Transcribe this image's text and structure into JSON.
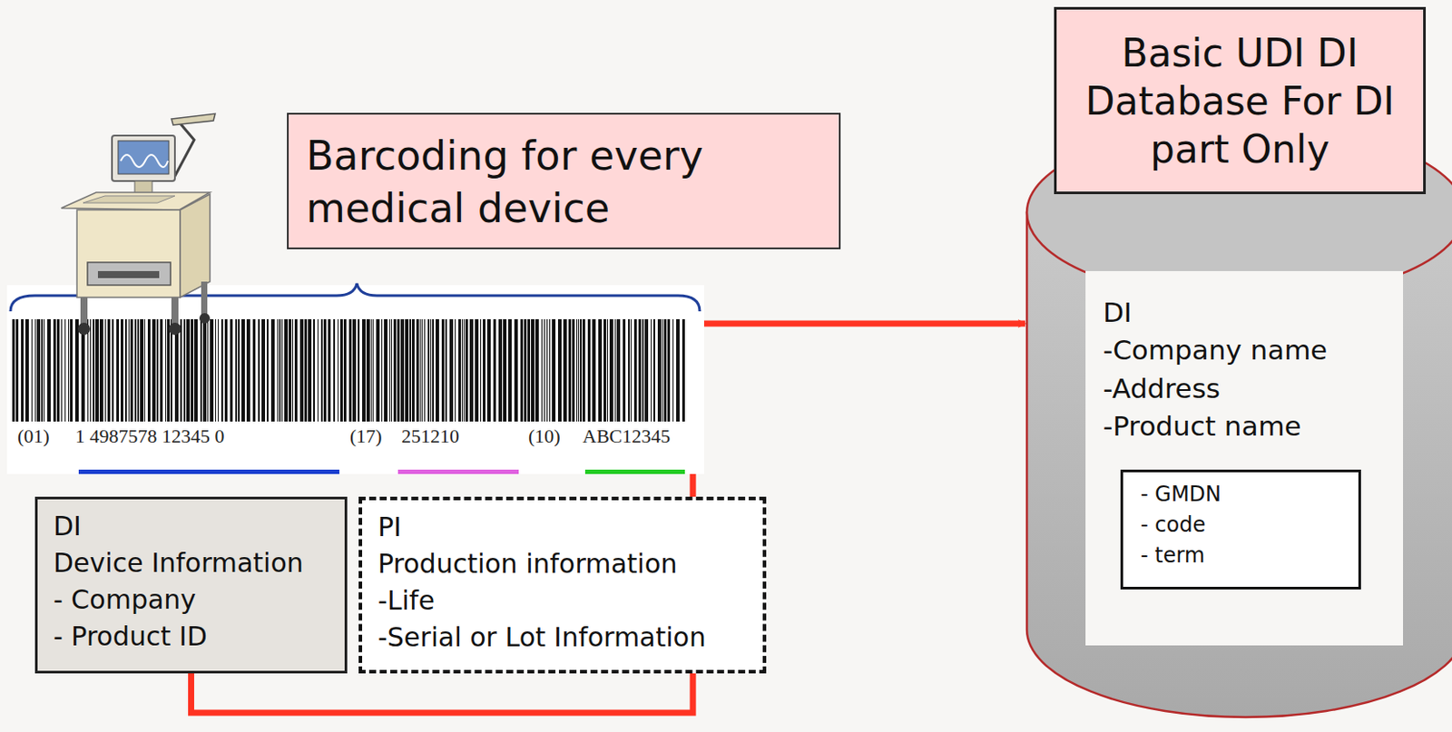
{
  "diagram": {
    "nodes": [
      {
        "text": [
          "Barcoding for every medical device"
        ]
      },
      {
        "text": [
          "DI",
          "Device Information",
          "- Company",
          "- Product ID"
        ]
      },
      {
        "text": [
          "PI",
          "Production information",
          "-Life",
          "-Serial or Lot Information"
        ]
      },
      {
        "text": [
          "Basic UDI DI Database For DI part Only"
        ]
      },
      {
        "text": [
          "DI",
          "-Company name",
          "-Address",
          "-Product name"
        ],
        "in": 3
      },
      {
        "text": [
          "- GMDN",
          "- code",
          "- term"
        ],
        "in": 4
      }
    ],
    "edges": [
      {
        "from": 1,
        "to": 2,
        "arrow": "none"
      },
      {
        "from": 2,
        "to": 3,
        "arrow": "to"
      }
    ],
    "labels": [
      "(01)",
      "1 4987578 12345 0",
      "(17)",
      "251210",
      "(10)",
      "ABC12345"
    ]
  }
}
